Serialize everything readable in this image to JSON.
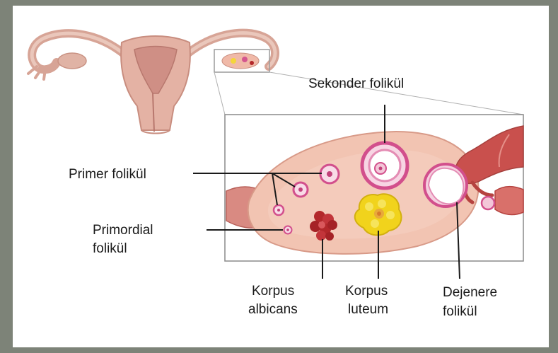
{
  "labels": {
    "sekonder_folikul": "Sekonder folikül",
    "primer_folikul": "Primer folikül",
    "primordial_line1": "Primordial",
    "primordial_line2": "folikül",
    "korpus_albicans_line1": "Korpus",
    "korpus_albicans_line2": "albicans",
    "korpus_luteum_line1": "Korpus",
    "korpus_luteum_line2": "luteum",
    "dejenere_line1": "Dejenere",
    "dejenere_line2": "folikül"
  },
  "colors": {
    "frame": "#7d8378",
    "panel": "#ffffff",
    "tissue": "#e7b5a6",
    "ovary": "#f2c4b2",
    "tube": "#c8615b",
    "corpus_albicans": "#b3282b",
    "corpus_luteum": "#f1d31c",
    "follicle_ring": "#d24f8c"
  }
}
